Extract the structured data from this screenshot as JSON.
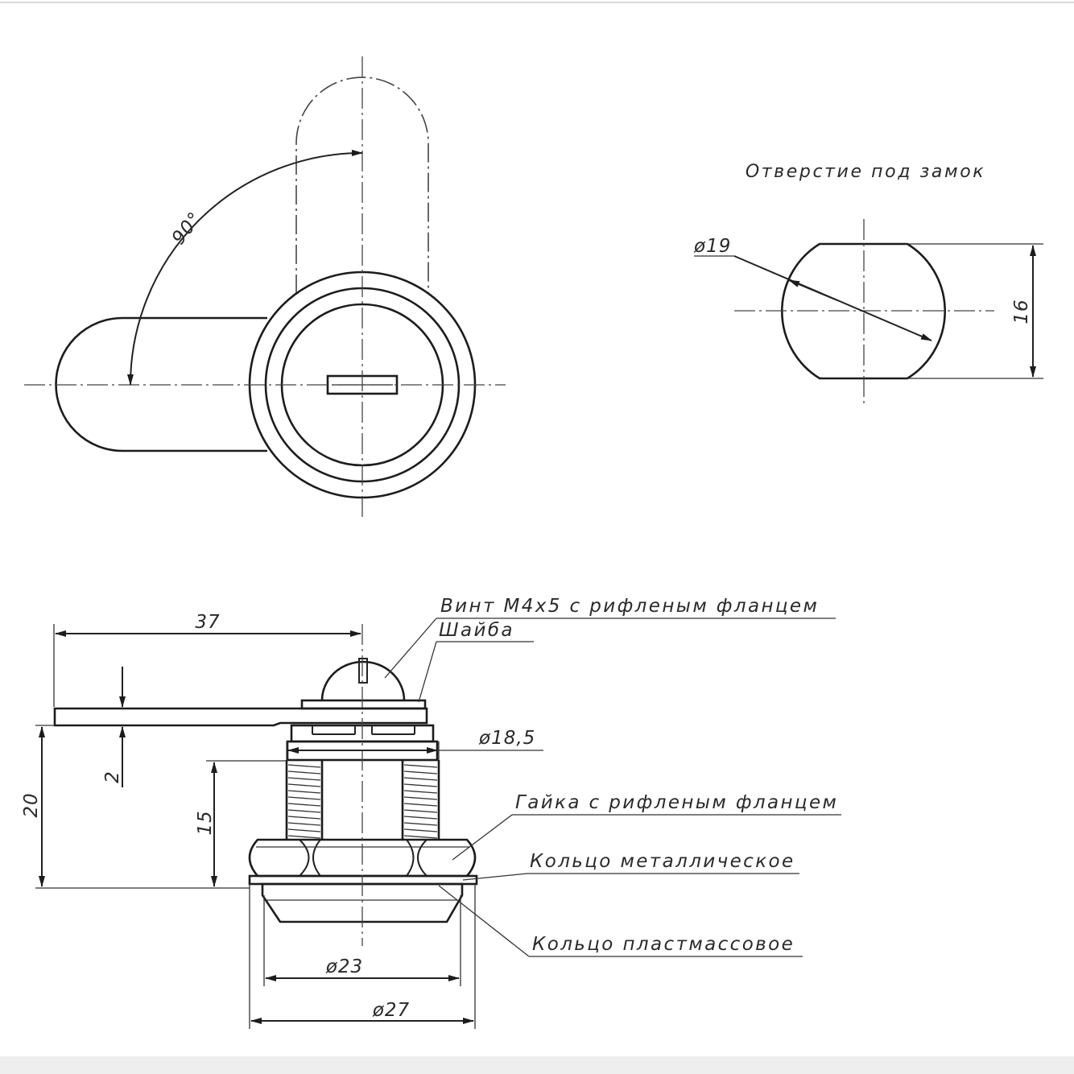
{
  "top_view": {
    "angle_label": "90°"
  },
  "hole_view": {
    "title": "Отверстие под замок",
    "diameter_label": "ø19",
    "height_label": "16"
  },
  "side_view": {
    "dims": {
      "length": "37",
      "thickness": "2",
      "total_height": "20",
      "thread_height": "15",
      "thread_diameter": "ø18,5",
      "ring_diameter": "ø23",
      "flange_diameter": "ø27"
    },
    "labels": {
      "screw": "Винт М4х5 с рифленым фланцем",
      "washer": "Шайба",
      "nut": "Гайка с рифленым фланцем",
      "metal_ring": "Кольцо металлическое",
      "plastic_ring": "Кольцо пластмассовое"
    }
  }
}
